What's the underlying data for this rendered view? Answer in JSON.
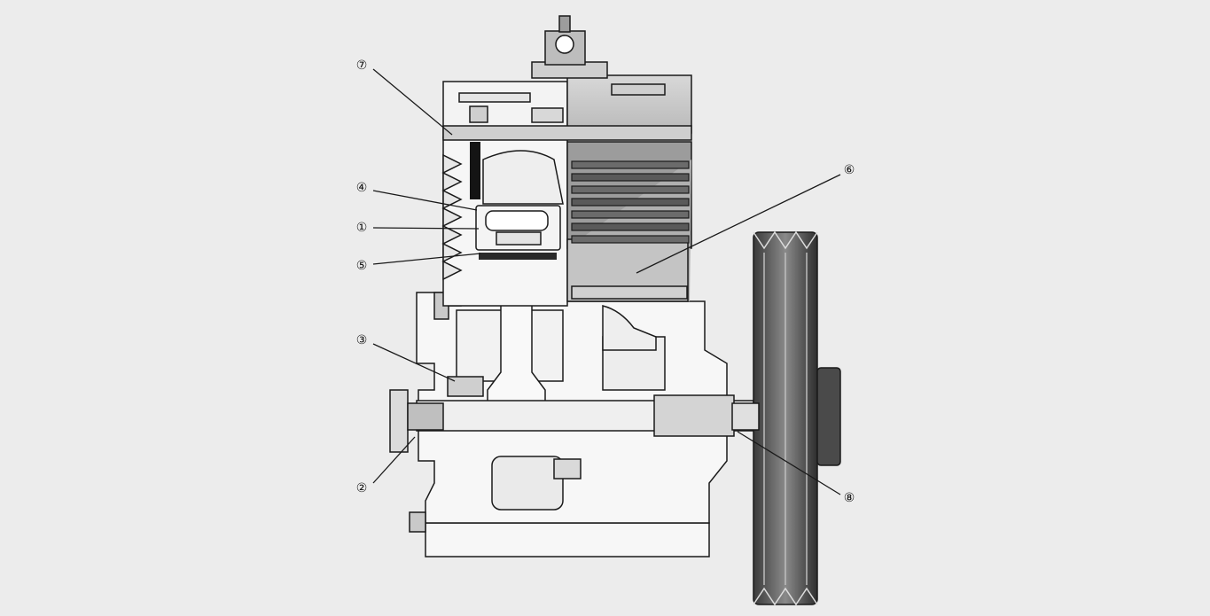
{
  "colors": {
    "background": "#ececec",
    "line": "#1a1a1a",
    "body_light": "#f7f7f7",
    "body_mid": "#cfcfcf",
    "body_dark": "#6e6e6e"
  },
  "callouts": [
    {
      "id": "1",
      "label": "①"
    },
    {
      "id": "2",
      "label": "②"
    },
    {
      "id": "3",
      "label": "③"
    },
    {
      "id": "4",
      "label": "④"
    },
    {
      "id": "5",
      "label": "⑤"
    },
    {
      "id": "6",
      "label": "⑥"
    },
    {
      "id": "7",
      "label": "⑦"
    },
    {
      "id": "8",
      "label": "⑧"
    }
  ]
}
